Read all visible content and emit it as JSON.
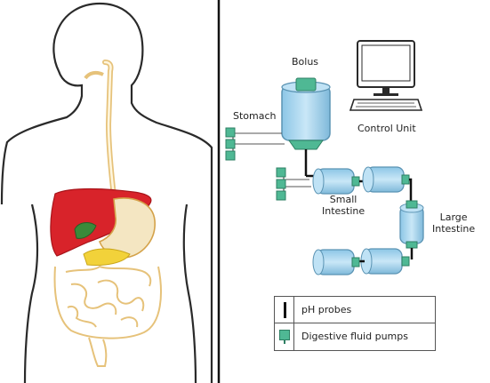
{
  "labels": {
    "bolus": "Bolus",
    "stomach": "Stomach",
    "control_unit": "Control Unit",
    "small_intestine": "Small\nIntestine",
    "large_intestine": "Large\nIntestine"
  },
  "legend": [
    {
      "symbol": "probe-line",
      "text": "pH probes"
    },
    {
      "symbol": "pump-square",
      "text": "Digestive fluid pumps"
    }
  ],
  "colors": {
    "vessel_fill": "#a9d7ee",
    "vessel_stroke": "#5a93b3",
    "pump": "#4fb894",
    "liver": "#d8232a",
    "gallbladder": "#3a8a3a",
    "pancreas": "#f2d23a",
    "gut_outline": "#e6c27a",
    "body_outline": "#2a2a2a"
  }
}
